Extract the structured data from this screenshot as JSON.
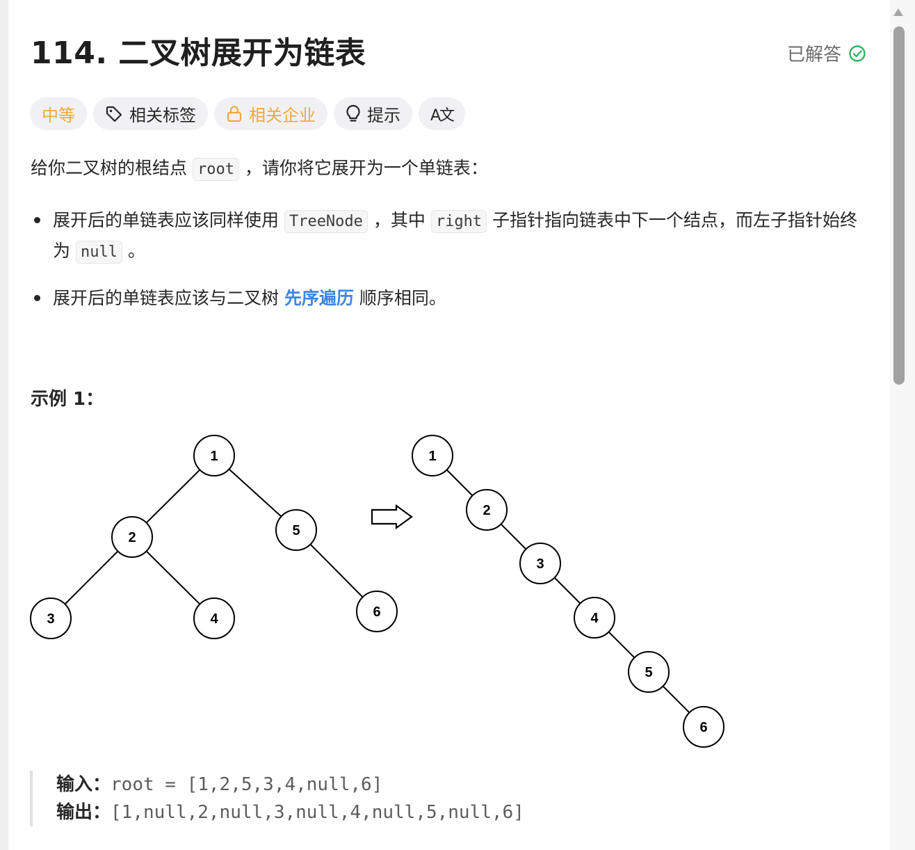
{
  "problem": {
    "title": "114. 二叉树展开为链表",
    "status": "已解答"
  },
  "tags": {
    "difficulty": "中等",
    "related_tags": "相关标签",
    "related_companies": "相关企业",
    "hint": "提示",
    "translate": "A文"
  },
  "description": {
    "intro_before": "给你二叉树的根结点 ",
    "intro_code": "root",
    "intro_after": " ，请你将它展开为一个单链表：",
    "bullet1": {
      "part1": "展开后的单链表应该同样使用 ",
      "code1": "TreeNode",
      "part2": " ，其中 ",
      "code2": "right",
      "part3": " 子指针指向链表中下一个结点，而左子指针始终为 ",
      "code3": "null",
      "part4": " 。"
    },
    "bullet2": {
      "part1": "展开后的单链表应该与二叉树 ",
      "link": "先序遍历",
      "part2": " 顺序相同。"
    }
  },
  "example": {
    "title": "示例 1：",
    "tree_nodes": [
      "1",
      "2",
      "5",
      "3",
      "4",
      "6"
    ],
    "list_nodes": [
      "1",
      "2",
      "3",
      "4",
      "5",
      "6"
    ],
    "input_label": "输入：",
    "input_value": "root = [1,2,5,3,4,null,6]",
    "output_label": "输出：",
    "output_value": "[1,null,2,null,3,null,4,null,5,null,6]"
  },
  "colors": {
    "difficulty": "#f0a83c",
    "link": "#3c86e6",
    "solved_check": "#2db55d"
  },
  "icons": [
    "check-circle-icon",
    "tag-icon",
    "lock-icon",
    "lightbulb-icon",
    "translate-icon",
    "arrow-right-icon"
  ]
}
